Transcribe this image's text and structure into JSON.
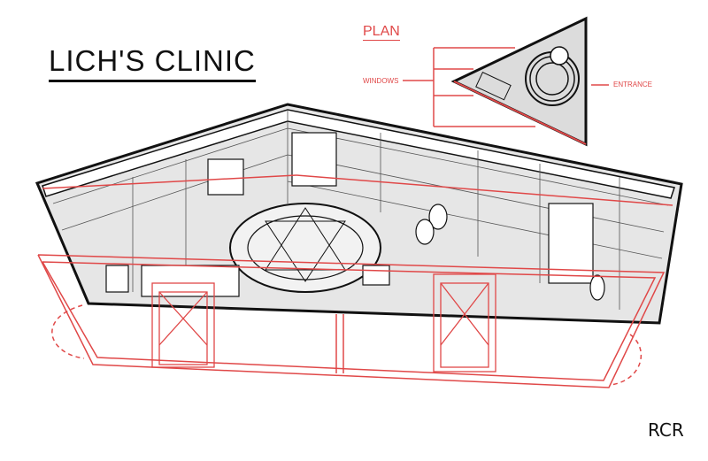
{
  "title": "LICH'S CLINIC",
  "plan": {
    "heading": "PLAN",
    "windows_label": "WINDOWS",
    "entrance_label": "ENTRANCE"
  },
  "signature": "RCR",
  "colors": {
    "annotation": "#e04848",
    "ink": "#111111",
    "floor": "#d8d8d8"
  }
}
